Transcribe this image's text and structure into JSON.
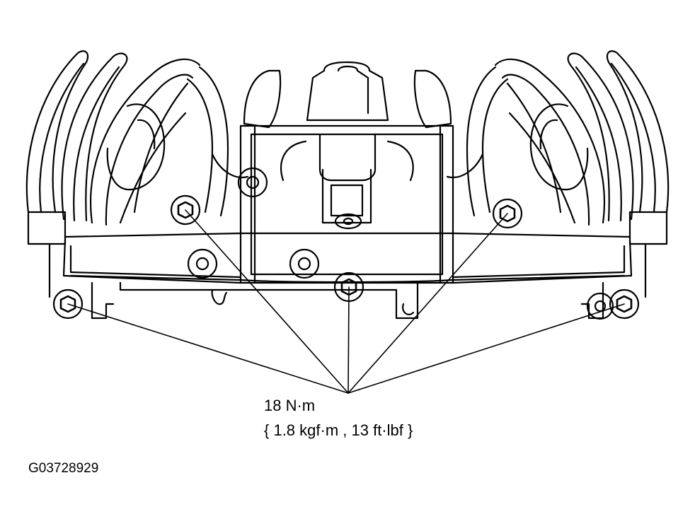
{
  "labels": {
    "torque_nm": "18 N·m",
    "torque_alt": "{ 1.8 kgf·m , 13 ft·lbf }",
    "figure_id": "G03728929"
  },
  "colors": {
    "ink": "#000000",
    "paper": "#ffffff"
  }
}
